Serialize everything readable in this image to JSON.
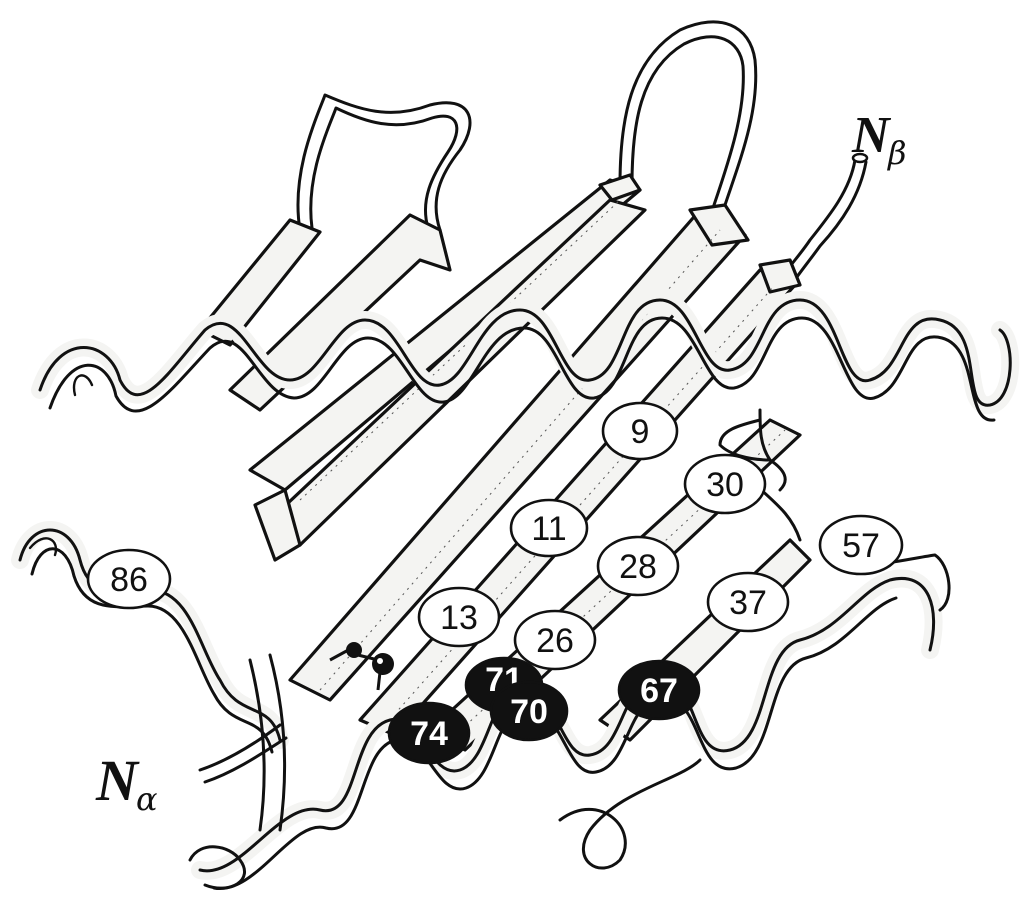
{
  "labels": {
    "n_beta": {
      "main": "N",
      "sub": "β"
    },
    "n_alpha": {
      "main": "N",
      "sub": "α"
    }
  },
  "residues": [
    {
      "id": "r9",
      "label": "9",
      "style": "white"
    },
    {
      "id": "r30",
      "label": "30",
      "style": "white"
    },
    {
      "id": "r11",
      "label": "11",
      "style": "white"
    },
    {
      "id": "r28",
      "label": "28",
      "style": "white"
    },
    {
      "id": "r57",
      "label": "57",
      "style": "white"
    },
    {
      "id": "r86",
      "label": "86",
      "style": "white"
    },
    {
      "id": "r13",
      "label": "13",
      "style": "white"
    },
    {
      "id": "r26",
      "label": "26",
      "style": "white"
    },
    {
      "id": "r37",
      "label": "37",
      "style": "white"
    },
    {
      "id": "r71",
      "label": "71",
      "style": "black"
    },
    {
      "id": "r70",
      "label": "70",
      "style": "black"
    },
    {
      "id": "r67",
      "label": "67",
      "style": "black"
    },
    {
      "id": "r74",
      "label": "74",
      "style": "black"
    }
  ]
}
